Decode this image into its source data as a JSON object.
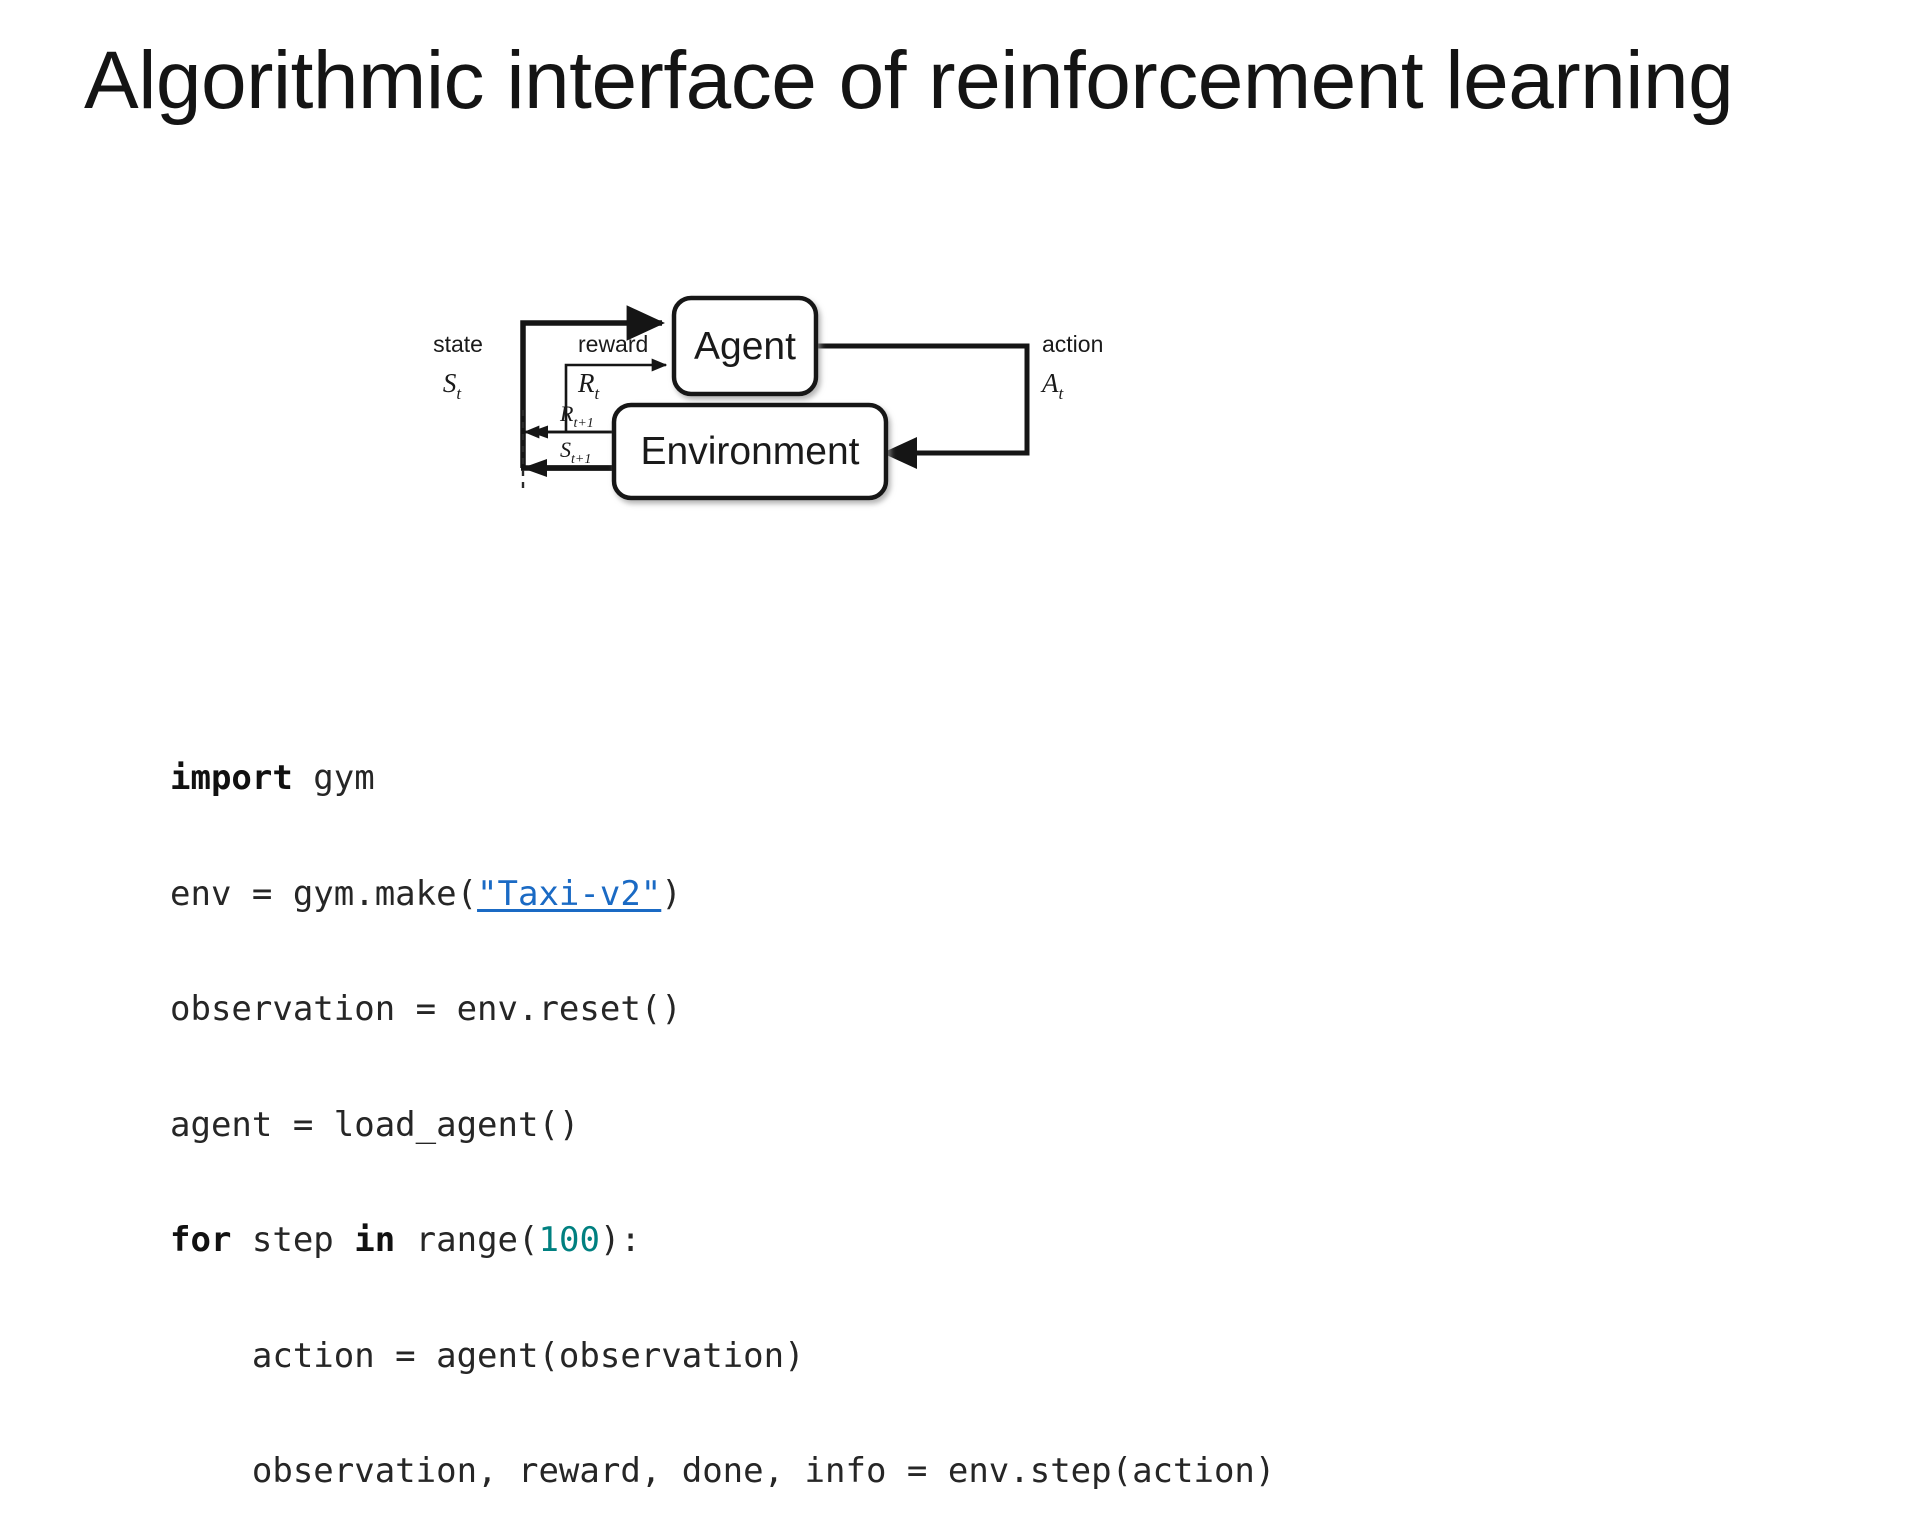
{
  "slide": {
    "title": "Algorithmic interface of reinforcement learning",
    "background_color": "#ffffff",
    "text_color": "#141414"
  },
  "diagram": {
    "name": "agent-environment-interaction-loop",
    "type": "reinforcement-learning-loop",
    "nodes": [
      {
        "id": "agent",
        "label": "Agent"
      },
      {
        "id": "environment",
        "label": "Environment"
      }
    ],
    "edge_labels": {
      "state_word": "state",
      "state_symbol": "S",
      "state_subscript": "t",
      "reward_word": "reward",
      "reward_symbol": "R",
      "reward_subscript": "t",
      "action_word": "action",
      "action_symbol": "A",
      "action_subscript": "t",
      "next_reward_symbol": "R",
      "next_reward_subscript": "t+1",
      "next_state_symbol": "S",
      "next_state_subscript": "t+1"
    },
    "line_color": "#151515",
    "box_fill": "#ffffff"
  },
  "code": {
    "language": "python",
    "link_color": "#1a6ac4",
    "number_color": "#008080",
    "keyword_color": "#111111",
    "text_color": "#262626",
    "lines": [
      {
        "id": "line-1",
        "tokens": [
          {
            "text": "import",
            "type": "keyword"
          },
          {
            "text": " gym",
            "type": "plain"
          }
        ]
      },
      {
        "id": "line-2",
        "tokens": [
          {
            "text": "env = gym.make(",
            "type": "plain"
          },
          {
            "text": "\"Taxi-v2\"",
            "type": "link"
          },
          {
            "text": ")",
            "type": "plain"
          }
        ]
      },
      {
        "id": "line-3",
        "tokens": [
          {
            "text": "observation = env.reset()",
            "type": "plain"
          }
        ]
      },
      {
        "id": "line-4",
        "tokens": [
          {
            "text": "agent = load_agent()",
            "type": "plain"
          }
        ]
      },
      {
        "id": "line-5",
        "tokens": [
          {
            "text": "for",
            "type": "keyword"
          },
          {
            "text": " step ",
            "type": "plain"
          },
          {
            "text": "in",
            "type": "keyword"
          },
          {
            "text": " range(",
            "type": "plain"
          },
          {
            "text": "100",
            "type": "number"
          },
          {
            "text": "):",
            "type": "plain"
          }
        ]
      },
      {
        "id": "line-6",
        "tokens": [
          {
            "text": "    action = agent(observation)",
            "type": "plain"
          }
        ]
      },
      {
        "id": "line-7",
        "tokens": [
          {
            "text": "    observation, reward, done, info = env.step(action)",
            "type": "plain"
          }
        ]
      }
    ]
  }
}
